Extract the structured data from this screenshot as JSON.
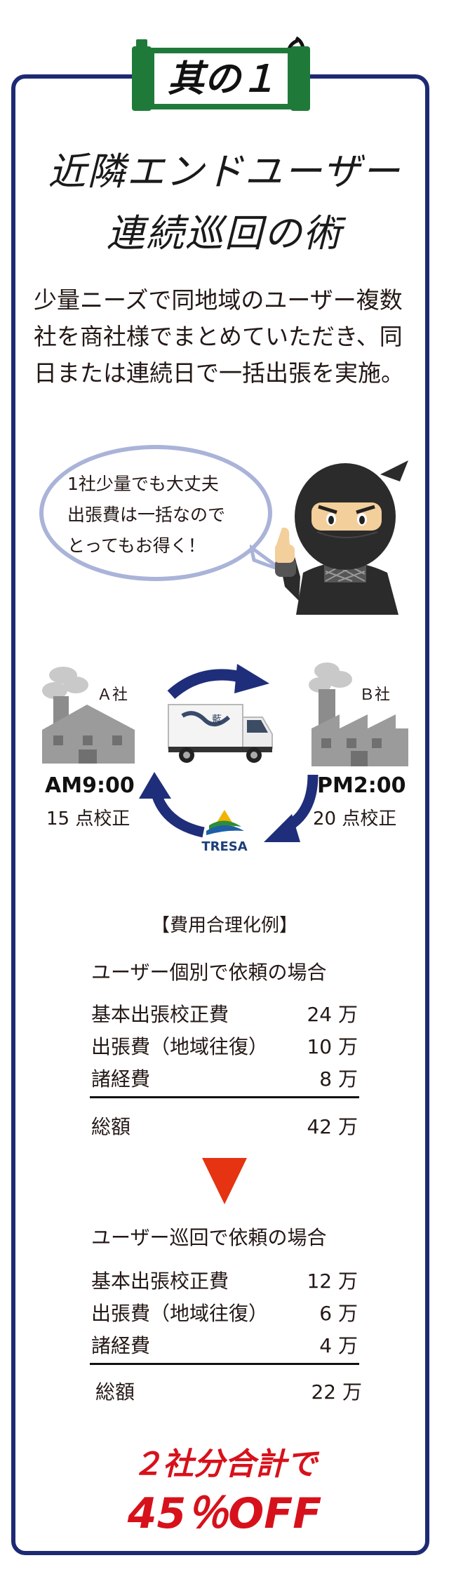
{
  "header": {
    "tab_label": "其の１"
  },
  "heading": {
    "line1": "近隣エンドユーザー",
    "line2": "連続巡回の術"
  },
  "lead_text": "少量ニーズで同地域のユーザー複数社を商社様でまとめていただき、同日または連続日で一括出張を実施。",
  "bubble": {
    "line1": "1社少量でも大丈夫",
    "line2": "出張費は一括なので",
    "line3": "とってもお得く！"
  },
  "schedule": {
    "company_a": "Ａ社",
    "company_b": "Ｂ社",
    "time_a": "AM9:00",
    "time_b": "PM2:00",
    "count_a": "15 点校正",
    "count_b": "20 点校正",
    "logo_text": "TRESA"
  },
  "example": {
    "title": "【費用合理化例】",
    "individual": {
      "title": "ユーザー個別で依頼の場合",
      "rows": [
        {
          "label": "基本出張校正費",
          "value": "24 万"
        },
        {
          "label": "出張費（地域往復）",
          "value": "10 万"
        },
        {
          "label": "諸経費",
          "value": "8 万"
        }
      ],
      "total_label": "総額",
      "total_value": "42 万"
    },
    "tour": {
      "title": "ユーザー巡回で依頼の場合",
      "rows": [
        {
          "label": "基本出張校正費",
          "value": "12 万"
        },
        {
          "label": "出張費（地域往復）",
          "value": "6 万"
        },
        {
          "label": "諸経費",
          "value": "4 万"
        }
      ],
      "total_label": "総額",
      "total_value": "22 万"
    }
  },
  "promo": {
    "line1": "２社分合計で",
    "line2": "45％OFF"
  },
  "colors": {
    "frame": "#1d2a73",
    "accent_red": "#d7111b",
    "scroll_green": "#1f7a3a",
    "arrow_blue": "#1f2e7a",
    "bubble_border": "#aab3d8",
    "factory_gray": "#9b9b9b"
  }
}
